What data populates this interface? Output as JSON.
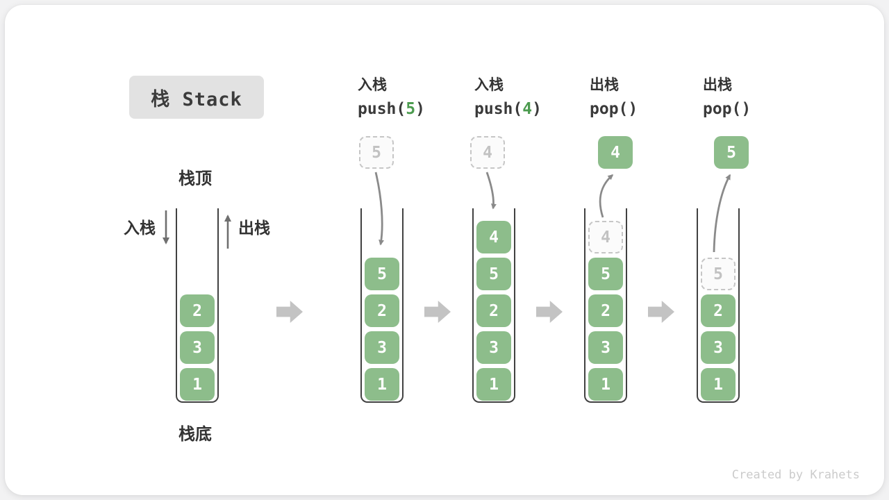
{
  "title": {
    "label": "栈 Stack"
  },
  "diagram_labels": {
    "stack_top": "栈顶",
    "stack_bottom": "栈底",
    "push_side": "入栈",
    "pop_side": "出栈"
  },
  "operations": [
    {
      "name": "入栈",
      "code_fn": "push(",
      "code_arg": "5",
      "code_close": ")"
    },
    {
      "name": "入栈",
      "code_fn": "push(",
      "code_arg": "4",
      "code_close": ")"
    },
    {
      "name": "出栈",
      "code_fn": "pop(",
      "code_arg": "",
      "code_close": ")"
    },
    {
      "name": "出栈",
      "code_fn": "pop(",
      "code_arg": "",
      "code_close": ")"
    }
  ],
  "stacks": [
    {
      "cells": [
        {
          "value": "2",
          "type": "solid"
        },
        {
          "value": "3",
          "type": "solid"
        },
        {
          "value": "1",
          "type": "solid"
        }
      ]
    },
    {
      "floating": {
        "value": "5",
        "type": "dashed"
      },
      "cells": [
        {
          "value": "5",
          "type": "solid"
        },
        {
          "value": "2",
          "type": "solid"
        },
        {
          "value": "3",
          "type": "solid"
        },
        {
          "value": "1",
          "type": "solid"
        }
      ]
    },
    {
      "floating": {
        "value": "4",
        "type": "dashed"
      },
      "cells": [
        {
          "value": "4",
          "type": "solid"
        },
        {
          "value": "5",
          "type": "solid"
        },
        {
          "value": "2",
          "type": "solid"
        },
        {
          "value": "3",
          "type": "solid"
        },
        {
          "value": "1",
          "type": "solid"
        }
      ]
    },
    {
      "floating": {
        "value": "4",
        "type": "solid"
      },
      "cells": [
        {
          "value": "4",
          "type": "dashed"
        },
        {
          "value": "5",
          "type": "solid"
        },
        {
          "value": "2",
          "type": "solid"
        },
        {
          "value": "3",
          "type": "solid"
        },
        {
          "value": "1",
          "type": "solid"
        }
      ]
    },
    {
      "floating": {
        "value": "5",
        "type": "solid"
      },
      "cells": [
        {
          "value": "5",
          "type": "dashed"
        },
        {
          "value": "2",
          "type": "solid"
        },
        {
          "value": "3",
          "type": "solid"
        },
        {
          "value": "1",
          "type": "solid"
        }
      ]
    }
  ],
  "watermark": "Created by Krahets",
  "colors": {
    "box_green": "#8dbd8b",
    "code_green": "#4c9b4f",
    "block_arrow_gray": "#c3c3c3",
    "curve_arrow_gray": "#8a8a8a",
    "title_bg": "#e2e2e2"
  }
}
